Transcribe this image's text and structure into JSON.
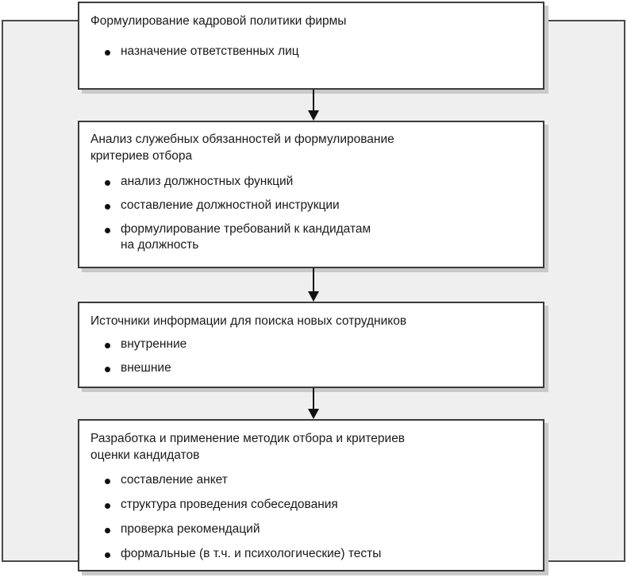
{
  "diagram": {
    "type": "flowchart",
    "orientation": "vertical-top-to-bottom",
    "language": "ru",
    "colors": {
      "background": "#ffffff",
      "panel_fill": "#efefef",
      "panel_border": "#4a4a4a",
      "box_fill": "#ffffff",
      "box_border": "#3b3b3b",
      "box_shadow": "#c9c9c9",
      "text": "#1a1a1a",
      "arrow": "#111111",
      "bullet": "#111111"
    },
    "nodes": [
      {
        "id": "node-1",
        "title": "Формулирование кадровой политики фирмы",
        "bullets": [
          "назначение ответственных лиц"
        ]
      },
      {
        "id": "node-2",
        "title": "Анализ служебных обязанностей и формулирование\nкритериев отбора",
        "bullets": [
          "анализ должностных функций",
          "составление должностной инструкции",
          "формулирование требований к кандидатам\nна должность"
        ]
      },
      {
        "id": "node-3",
        "title": "Источники информации для поиска новых сотрудников",
        "bullets": [
          "внутренние",
          "внешние"
        ]
      },
      {
        "id": "node-4",
        "title": "Разработка и применение методик отбора и критериев\nоценки кандидатов",
        "bullets": [
          "составление анкет",
          "структура проведения собеседования",
          "проверка рекомендаций",
          "формальные (в т.ч. и психологические) тесты"
        ]
      }
    ],
    "connectors": [
      {
        "id": "arrow-1",
        "from": "node-1",
        "to": "node-2",
        "glyph": "down-arrow-icon"
      },
      {
        "id": "arrow-2",
        "from": "node-2",
        "to": "node-3",
        "glyph": "down-arrow-icon"
      },
      {
        "id": "arrow-3",
        "from": "node-3",
        "to": "node-4",
        "glyph": "down-arrow-icon"
      }
    ]
  }
}
